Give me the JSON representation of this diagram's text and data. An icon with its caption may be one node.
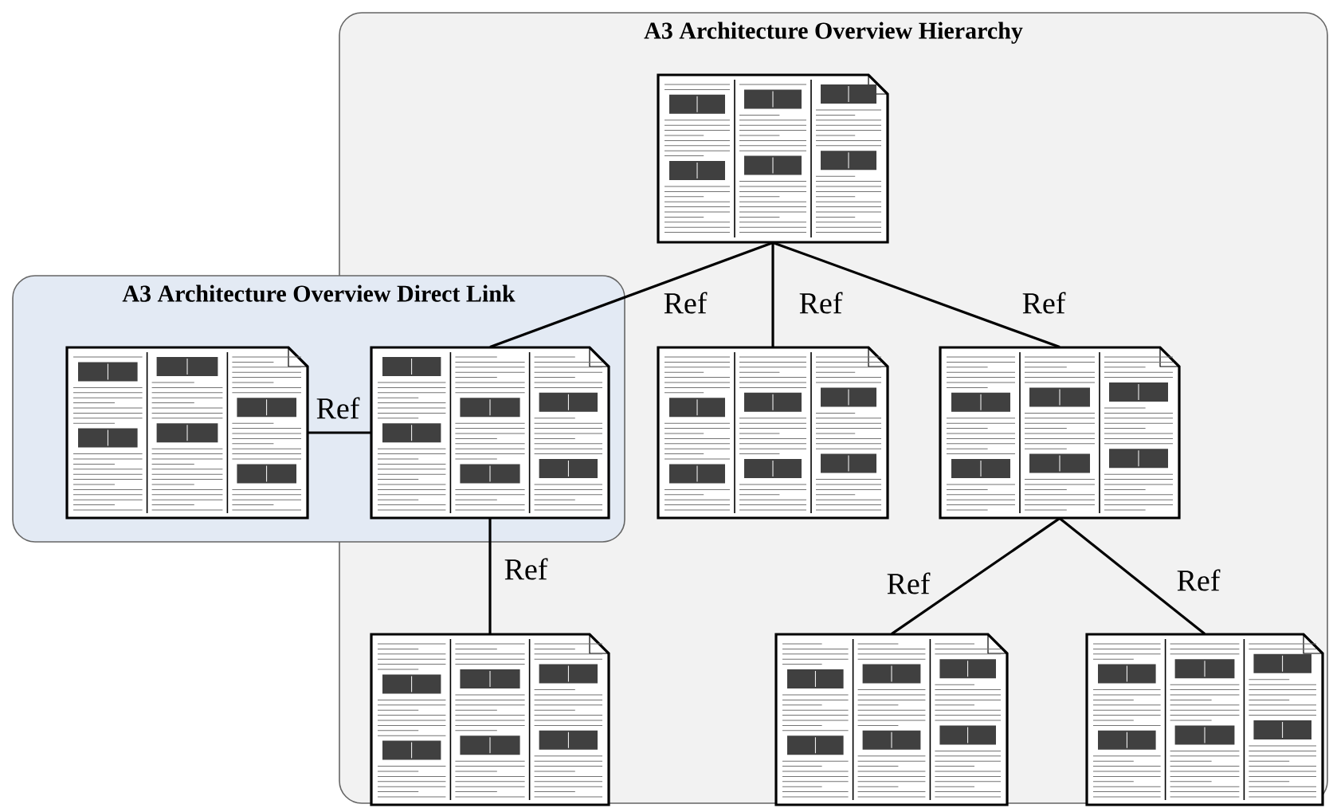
{
  "diagram": {
    "nodes": [
      {
        "text": [
          "A3 Architecture Overview Hierarchy"
        ]
      },
      {
        "text": [
          "A3 Architecture Overview Direct Link"
        ]
      },
      {
        "text": [],
        "shape": "picture",
        "in": 0
      },
      {
        "text": [],
        "shape": "picture",
        "in": 1
      },
      {
        "text": [],
        "shape": "picture"
      },
      {
        "text": [],
        "shape": "picture",
        "in": 0
      },
      {
        "text": [],
        "shape": "picture",
        "in": 0
      },
      {
        "text": [],
        "shape": "picture",
        "in": 0
      },
      {
        "text": [],
        "shape": "picture",
        "in": 0
      },
      {
        "text": [],
        "shape": "picture",
        "in": 0
      }
    ],
    "edges": [
      {
        "from": 2,
        "to": 4,
        "arrow": "none",
        "label": "Ref"
      },
      {
        "from": 2,
        "to": 5,
        "arrow": "none",
        "label": "Ref"
      },
      {
        "from": 2,
        "to": 6,
        "arrow": "none",
        "label": "Ref"
      },
      {
        "from": 3,
        "to": 4,
        "arrow": "none",
        "label": "Ref"
      },
      {
        "from": 4,
        "to": 7,
        "arrow": "none",
        "label": "Ref"
      },
      {
        "from": 6,
        "to": 8,
        "arrow": "none",
        "label": "Ref"
      },
      {
        "from": 6,
        "to": 9,
        "arrow": "none",
        "label": "Ref"
      }
    ]
  }
}
